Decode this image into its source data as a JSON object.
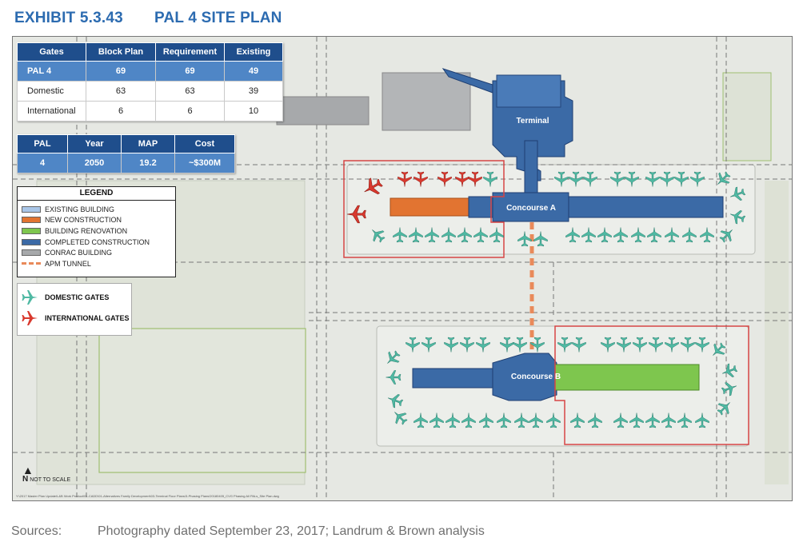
{
  "exhibit": {
    "number": "EXHIBIT 5.3.43",
    "title": "PAL 4 SITE PLAN"
  },
  "gates_table": {
    "headers": [
      "Gates",
      "Block Plan",
      "Requirement",
      "Existing"
    ],
    "rows": [
      [
        "PAL 4",
        "69",
        "69",
        "49"
      ],
      [
        "Domestic",
        "63",
        "63",
        "39"
      ],
      [
        "International",
        "6",
        "6",
        "10"
      ]
    ]
  },
  "pal_table": {
    "headers": [
      "PAL",
      "Year",
      "MAP",
      "Cost"
    ],
    "row": [
      "4",
      "2050",
      "19.2",
      "~$300M"
    ]
  },
  "legend": {
    "title": "LEGEND",
    "items": [
      {
        "label": "EXISTING BUILDING",
        "color": "#a9c6e8"
      },
      {
        "label": "NEW CONSTRUCTION",
        "color": "#e27431"
      },
      {
        "label": "BUILDING RENOVATION",
        "color": "#7ec64e"
      },
      {
        "label": "COMPLETED CONSTRUCTION",
        "color": "#3b6aa6"
      },
      {
        "label": "CONRAC BUILDING",
        "color": "#a7a9ab"
      },
      {
        "label": "APM TUNNEL",
        "color": "#e98a5a",
        "dashed": true
      }
    ]
  },
  "gate_legend": {
    "items": [
      {
        "label": "DOMESTIC GATES",
        "color": "#4fb9a3"
      },
      {
        "label": "INTERNATIONAL GATES",
        "color": "#d9392e"
      }
    ]
  },
  "map_labels": {
    "terminal": "Terminal",
    "concourse_a": "Concourse A",
    "concourse_b": "Concourse B"
  },
  "north": {
    "letter": "N",
    "scale_note": "NOT TO SCALE"
  },
  "file_path": "Y:\\2017 Master Plan Update\\L&B Work Product\\01-CADD\\01-Alternatives Family Development\\03-Terminal Floor Plans\\3-Phasing Plans\\20180405_CVG Phasing All PALs_Site Plan.dwg",
  "sources": {
    "label": "Sources:",
    "text": "Photography dated September 23, 2017; Landrum & Brown analysis"
  },
  "colors": {
    "heading": "#2c6bb0",
    "completed": "#3b6aa6",
    "renovation": "#7ec64e",
    "new": "#e27431",
    "domestic": "#4fb9a3",
    "international": "#d9392e",
    "boundary": "#d64545"
  }
}
